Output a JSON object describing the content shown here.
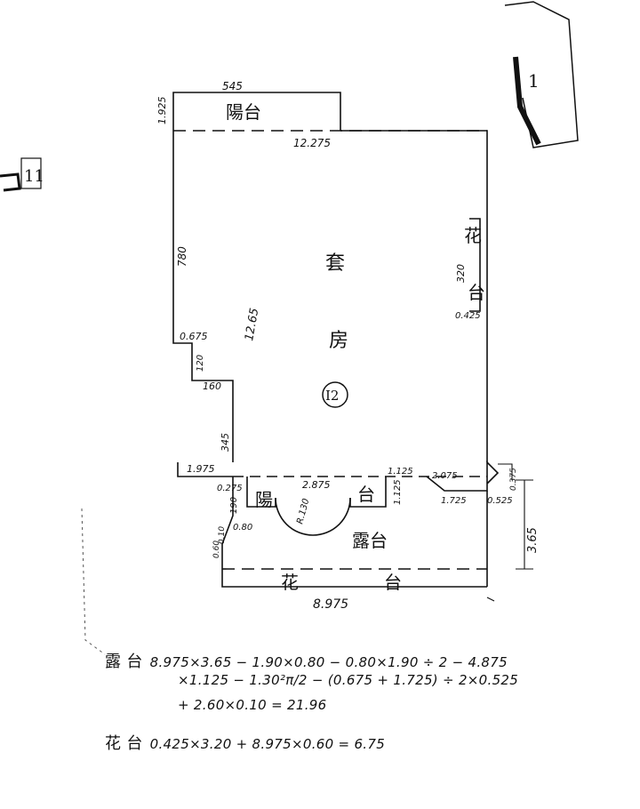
{
  "sheet_number": "11",
  "edge_label": "1",
  "labels": {
    "balcony_top": "陽台",
    "room_1": "套",
    "room_2": "房",
    "unit_id": "I2",
    "flower_bed_right_1": "花",
    "flower_bed_right_2": "台",
    "balcony_bottom_1": "陽",
    "balcony_bottom_2": "台",
    "terrace": "露台",
    "flower_bed_bottom_1": "花",
    "flower_bed_bottom_2": "台"
  },
  "dimensions": {
    "d_545": "545",
    "d_1925": "1.925",
    "d_12275": "12.275",
    "d_780": "780",
    "d_12265": "12.65",
    "d_320": "320",
    "d_0425": "0.425",
    "d_0675": "0.675",
    "d_120": "120",
    "d_160": "160",
    "d_345": "345",
    "d_1975": "1.975",
    "d_0275": "0.275",
    "d_2875": "2.875",
    "d_1125a": "1.125",
    "d_1125b": "1.125",
    "d_2075": "2.075",
    "d_1725": "1.725",
    "d_0525": "0.525",
    "d_0375": "0.375",
    "d_190": "190",
    "d_080": "0.80",
    "d_r130": "R.130",
    "d_060": "0.60",
    "d_0105": "0.10",
    "d_365": "3.65",
    "d_8975": "8.975"
  },
  "calculations": {
    "line1_label": "露 台",
    "line1": "8.975×3.65 − 1.90×0.80 − 0.80×1.90 ÷ 2 − 4.875",
    "line2": "×1.125 − 1.30²π/2 − (0.675 + 1.725) ÷ 2×0.525",
    "line3": "+ 2.60×0.10 = 21.96",
    "line4_label": "花 台",
    "line4": "0.425×3.20 + 8.975×0.60 = 6.75"
  }
}
